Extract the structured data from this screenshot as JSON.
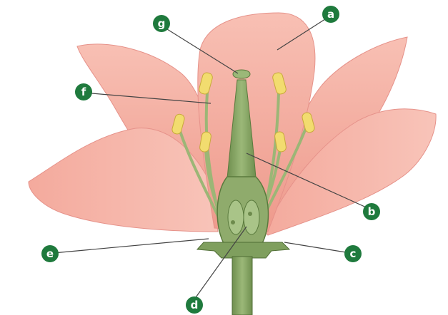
{
  "colors": {
    "petal": "#f3a497",
    "petal_highlight": "#f8c3b8",
    "petal_shadow": "#e08b7f",
    "stem": "#7f9f5e",
    "stem_dark": "#5a7a3d",
    "filament": "#9db677",
    "anther": "#f2dc6f",
    "anther_edge": "#c8a93b",
    "label_bg": "#1f7a3d",
    "label_text": "#ffffff",
    "leader_line": "#444444"
  },
  "labels": {
    "a": "a",
    "b": "b",
    "c": "c",
    "d": "d",
    "e": "e",
    "f": "f",
    "g": "g"
  }
}
